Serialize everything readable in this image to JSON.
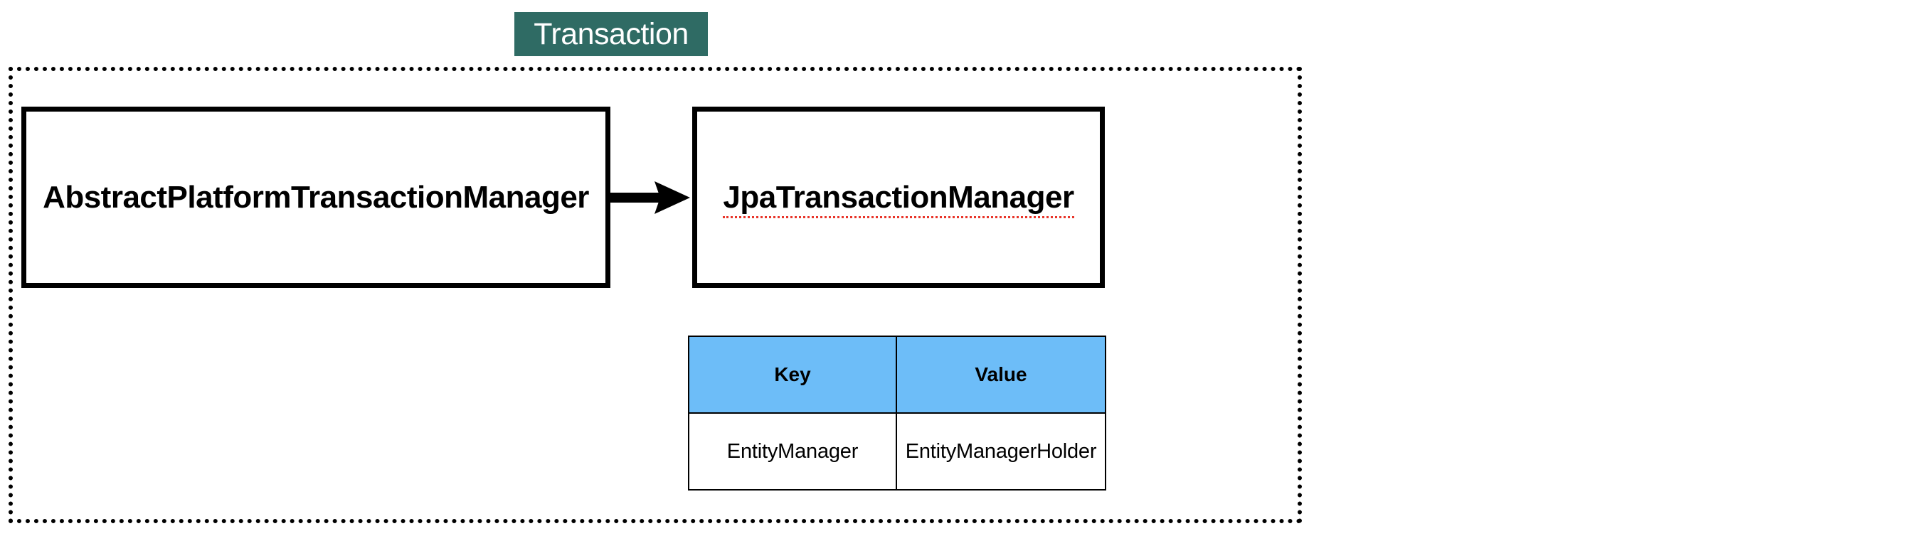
{
  "diagram": {
    "title_badge": {
      "label": "Transaction",
      "background_color": "#2F6B64",
      "text_color": "#FFFFFF"
    },
    "boundary": {
      "name": "transaction-boundary",
      "border_style": "dotted",
      "border_color": "#000000"
    },
    "nodes": [
      {
        "id": "abstract-platform-transaction-manager",
        "label": "AbstractPlatformTransactionManager",
        "spellchecked": false
      },
      {
        "id": "jpa-transaction-manager",
        "label": "JpaTransactionManager",
        "spellchecked": true,
        "spellcheck_underline_color": "#E8352A"
      }
    ],
    "edges": [
      {
        "id": "apm-to-jtm",
        "from": "abstract-platform-transaction-manager",
        "to": "jpa-transaction-manager",
        "style": "solid-arrow",
        "color": "#000000"
      }
    ],
    "resource_table": {
      "header_background": "#6DBDF8",
      "columns": [
        "Key",
        "Value"
      ],
      "rows": [
        [
          "EntityManager",
          "EntityManagerHolder"
        ]
      ]
    }
  }
}
